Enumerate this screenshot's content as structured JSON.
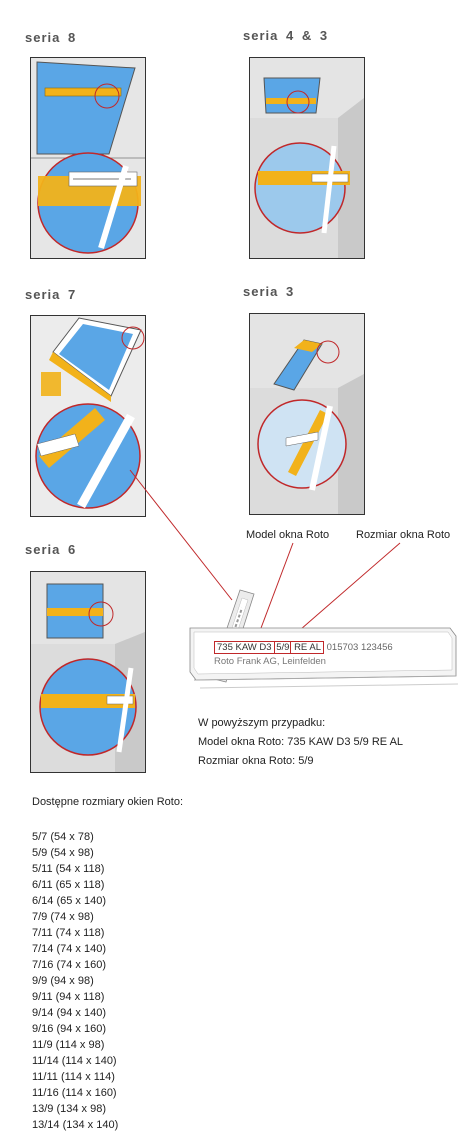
{
  "series": [
    {
      "label": "seria  8"
    },
    {
      "label": "seria  4 & 3"
    },
    {
      "label": "seria  7"
    },
    {
      "label": "seria  3"
    },
    {
      "label": "seria  6"
    }
  ],
  "callouts": {
    "model": "Model okna Roto",
    "size": "Rozmiar okna Roto"
  },
  "plate": {
    "line1_prefix": "735 KAW D3",
    "line1_size": "5/9",
    "line1_suffix": "RE AL",
    "line1_tail": "015703 123456",
    "line2": "Roto Frank AG, Leinfelden"
  },
  "example": {
    "intro": "W powyższym przypadku:",
    "model": "Model okna Roto: 735 KAW D3 5/9 RE AL",
    "size": "Rozmiar okna Roto: 5/9"
  },
  "sizes_heading": "Dostępne rozmiary okien Roto:",
  "sizes": [
    "5/7 (54 x 78)",
    "5/9 (54 x 98)",
    "5/11 (54 x 118)",
    "6/11 (65 x 118)",
    "6/14 (65 x 140)",
    "7/9 (74 x 98)",
    "7/11 (74 x 118)",
    "7/14 (74 x 140)",
    "7/16 (74 x 160)",
    "9/9 (94 x 98)",
    "9/11 (94 x 118)",
    "9/14 (94 x 140)",
    "9/16 (94 x 160)",
    "11/9 (114 x 98)",
    "11/14 (114 x 140)",
    "11/11 (114 x 114)",
    "11/16 (114 x 160)",
    "13/9 (134 x 98)",
    "13/14 (134 x 140)"
  ],
  "colors": {
    "glass": "#5aa6e6",
    "frame": "#f2b21a",
    "circle": "#c0282a",
    "wall": "#dcdcdc",
    "label_box": "#c0282a"
  }
}
